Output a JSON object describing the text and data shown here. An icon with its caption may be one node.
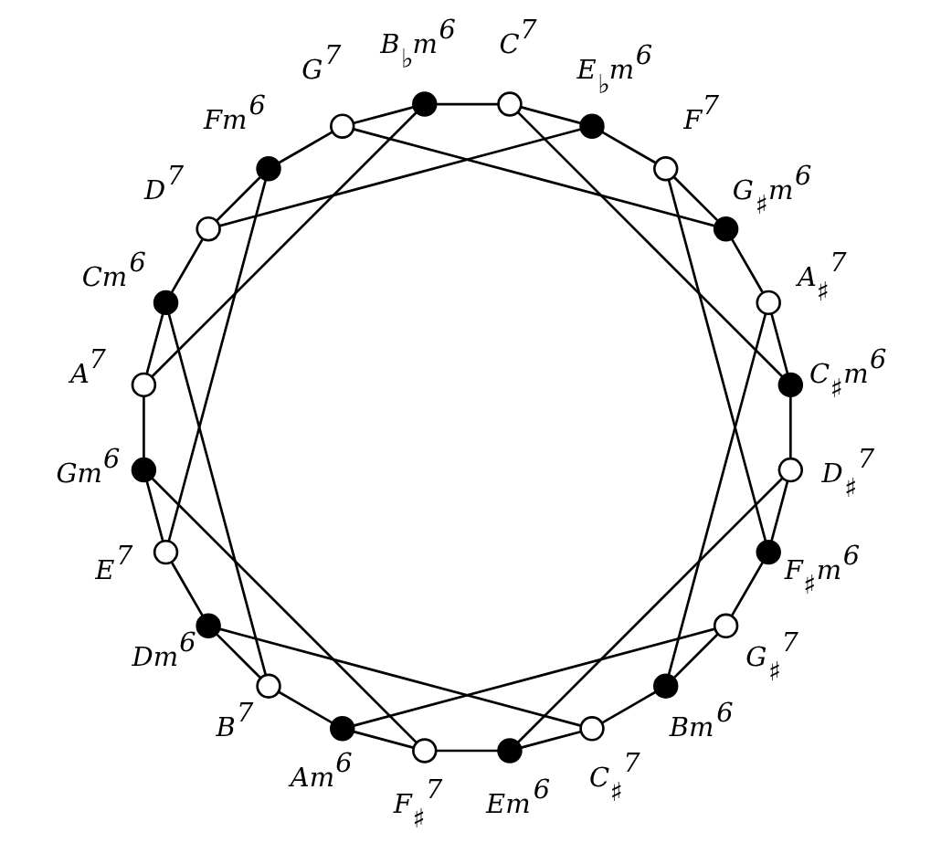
{
  "diagram": {
    "nodes": [
      {
        "text": [],
        "shape": "circle",
        "beside": [
          "B$_{♭}$m$^{6}$"
        ]
      },
      {
        "text": [],
        "shape": "circle",
        "beside": [
          "C$^{7}$"
        ]
      },
      {
        "text": [],
        "shape": "circle",
        "beside": [
          "E$_{♭}$m$^{6}$"
        ]
      },
      {
        "text": [],
        "shape": "circle",
        "beside": [
          "F$^{7}$"
        ]
      },
      {
        "text": [],
        "shape": "circle",
        "beside": [
          "G$_{♯}$m$^{6}$"
        ]
      },
      {
        "text": [],
        "shape": "circle",
        "beside": [
          "A$_{♯}$$^{7}$"
        ]
      },
      {
        "text": [],
        "shape": "circle",
        "beside": [
          "C$_{♯}$m$^{6}$"
        ]
      },
      {
        "text": [],
        "shape": "circle",
        "beside": [
          "D$_{♯}$$^{7}$"
        ]
      },
      {
        "text": [],
        "shape": "circle",
        "beside": [
          "F$_{♯}$m$^{6}$"
        ]
      },
      {
        "text": [],
        "shape": "circle",
        "beside": [
          "G$_{♯}$$^{7}$"
        ]
      },
      {
        "text": [],
        "shape": "circle",
        "beside": [
          "Bm$^{6}$"
        ]
      },
      {
        "text": [],
        "shape": "circle",
        "beside": [
          "C$_{♯}$$^{7}$"
        ]
      },
      {
        "text": [],
        "shape": "circle",
        "beside": [
          "Em$^{6}$"
        ]
      },
      {
        "text": [],
        "shape": "circle",
        "beside": [
          "F$_{♯}$$^{7}$"
        ]
      },
      {
        "text": [],
        "shape": "circle",
        "beside": [
          "Am$^{6}$"
        ]
      },
      {
        "text": [],
        "shape": "circle",
        "beside": [
          "B$^{7}$"
        ]
      },
      {
        "text": [],
        "shape": "circle",
        "beside": [
          "Dm$^{6}$"
        ]
      },
      {
        "text": [],
        "shape": "circle",
        "beside": [
          "E$^{7}$"
        ]
      },
      {
        "text": [],
        "shape": "circle",
        "beside": [
          "Gm$^{6}$"
        ]
      },
      {
        "text": [],
        "shape": "circle",
        "beside": [
          "A$^{7}$"
        ]
      },
      {
        "text": [],
        "shape": "circle",
        "beside": [
          "Cm$^{6}$"
        ]
      },
      {
        "text": [],
        "shape": "circle",
        "beside": [
          "D$^{7}$"
        ]
      },
      {
        "text": [],
        "shape": "circle",
        "beside": [
          "Fm$^{6}$"
        ]
      },
      {
        "text": [],
        "shape": "circle",
        "beside": [
          "G$^{7}$"
        ]
      }
    ],
    "edges": [
      {
        "from": 0,
        "to": 1,
        "arrow": "none"
      },
      {
        "from": 1,
        "to": 2,
        "arrow": "none"
      },
      {
        "from": 2,
        "to": 3,
        "arrow": "none"
      },
      {
        "from": 3,
        "to": 4,
        "arrow": "none"
      },
      {
        "from": 4,
        "to": 5,
        "arrow": "none"
      },
      {
        "from": 5,
        "to": 6,
        "arrow": "none"
      },
      {
        "from": 6,
        "to": 7,
        "arrow": "none"
      },
      {
        "from": 7,
        "to": 8,
        "arrow": "none"
      },
      {
        "from": 8,
        "to": 9,
        "arrow": "none"
      },
      {
        "from": 9,
        "to": 10,
        "arrow": "none"
      },
      {
        "from": 10,
        "to": 11,
        "arrow": "none"
      },
      {
        "from": 11,
        "to": 12,
        "arrow": "none"
      },
      {
        "from": 12,
        "to": 13,
        "arrow": "none"
      },
      {
        "from": 13,
        "to": 14,
        "arrow": "none"
      },
      {
        "from": 14,
        "to": 15,
        "arrow": "none"
      },
      {
        "from": 15,
        "to": 16,
        "arrow": "none"
      },
      {
        "from": 16,
        "to": 17,
        "arrow": "none"
      },
      {
        "from": 17,
        "to": 18,
        "arrow": "none"
      },
      {
        "from": 18,
        "to": 19,
        "arrow": "none"
      },
      {
        "from": 19,
        "to": 20,
        "arrow": "none"
      },
      {
        "from": 20,
        "to": 21,
        "arrow": "none"
      },
      {
        "from": 21,
        "to": 22,
        "arrow": "none"
      },
      {
        "from": 22,
        "to": 23,
        "arrow": "none"
      },
      {
        "from": 23,
        "to": 0,
        "arrow": "none"
      },
      {
        "from": 1,
        "to": 6,
        "arrow": "none"
      },
      {
        "from": 21,
        "to": 2,
        "arrow": "none"
      },
      {
        "from": 23,
        "to": 4,
        "arrow": "none"
      },
      {
        "from": 17,
        "to": 22,
        "arrow": "none"
      },
      {
        "from": 19,
        "to": 0,
        "arrow": "none"
      },
      {
        "from": 3,
        "to": 8,
        "arrow": "none"
      },
      {
        "from": 15,
        "to": 20,
        "arrow": "none"
      },
      {
        "from": 5,
        "to": 10,
        "arrow": "none"
      },
      {
        "from": 7,
        "to": 12,
        "arrow": "none"
      },
      {
        "from": 9,
        "to": 14,
        "arrow": "none"
      },
      {
        "from": 11,
        "to": 16,
        "arrow": "none"
      },
      {
        "from": 13,
        "to": 18,
        "arrow": "none"
      }
    ]
  }
}
